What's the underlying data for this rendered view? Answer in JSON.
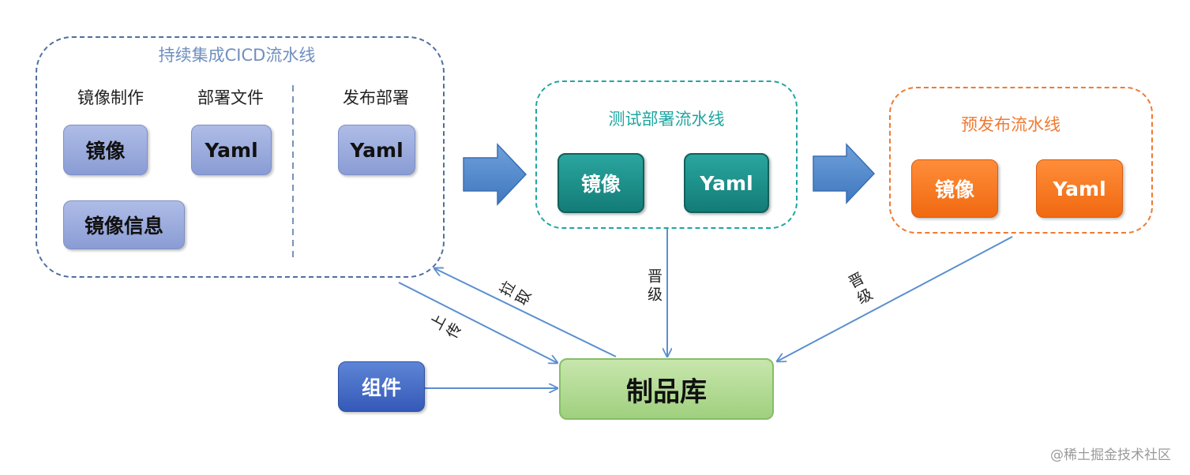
{
  "ci_pipeline": {
    "title": "持续集成CICD流水线",
    "columns": [
      "镜像制作",
      "部署文件",
      "发布部署"
    ],
    "chips": {
      "image": "镜像",
      "image_info": "镜像信息",
      "yaml_deploy_file": "Yaml",
      "yaml_release": "Yaml"
    }
  },
  "test_pipeline": {
    "title": "测试部署流水线",
    "chips": [
      "镜像",
      "Yaml"
    ]
  },
  "pre_release_pipeline": {
    "title": "预发布流水线",
    "chips": [
      "镜像",
      "Yaml"
    ]
  },
  "component": {
    "label": "组件"
  },
  "artifact_repo": {
    "label": "制品库"
  },
  "edge_labels": {
    "upload": "上传",
    "pull": "拉取",
    "promote_test": "晋级",
    "promote_pre": "晋级"
  },
  "colors": {
    "ci_border": "#4f6f9f",
    "test_accent": "#1fa6a0",
    "pre_accent": "#f07a32",
    "arrow_blue": "#5b8fd0",
    "repo_green": "#9fd07e"
  },
  "watermark": "@稀土掘金技术社区"
}
